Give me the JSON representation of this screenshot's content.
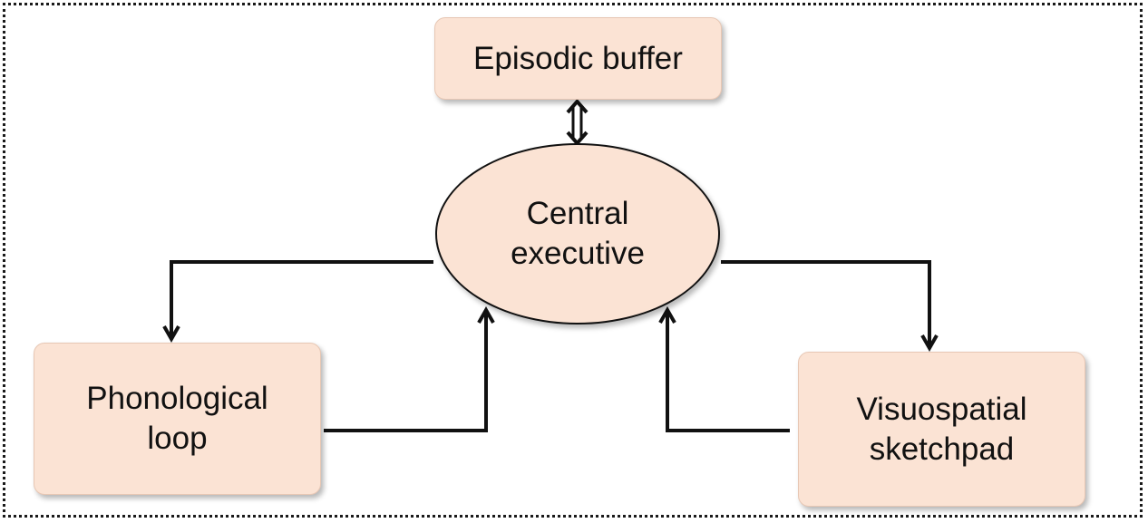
{
  "diagram": {
    "nodes": {
      "episodic_buffer": {
        "label": "Episodic buffer"
      },
      "central_executive": {
        "label": "Central\nexecutive"
      },
      "phonological_loop": {
        "label": "Phonological\nloop"
      },
      "visuospatial_sketchpad": {
        "label": "Visuospatial\nsketchpad"
      }
    },
    "edges": [
      {
        "from": "episodic_buffer",
        "to": "central_executive",
        "direction": "bidirectional"
      },
      {
        "from": "central_executive",
        "to": "phonological_loop",
        "direction": "forward"
      },
      {
        "from": "phonological_loop",
        "to": "central_executive",
        "direction": "forward"
      },
      {
        "from": "central_executive",
        "to": "visuospatial_sketchpad",
        "direction": "forward"
      },
      {
        "from": "visuospatial_sketchpad",
        "to": "central_executive",
        "direction": "forward"
      }
    ],
    "colors": {
      "node_fill": "#fbe3d4",
      "node_border": "#e7c7b4",
      "line": "#111111"
    }
  }
}
